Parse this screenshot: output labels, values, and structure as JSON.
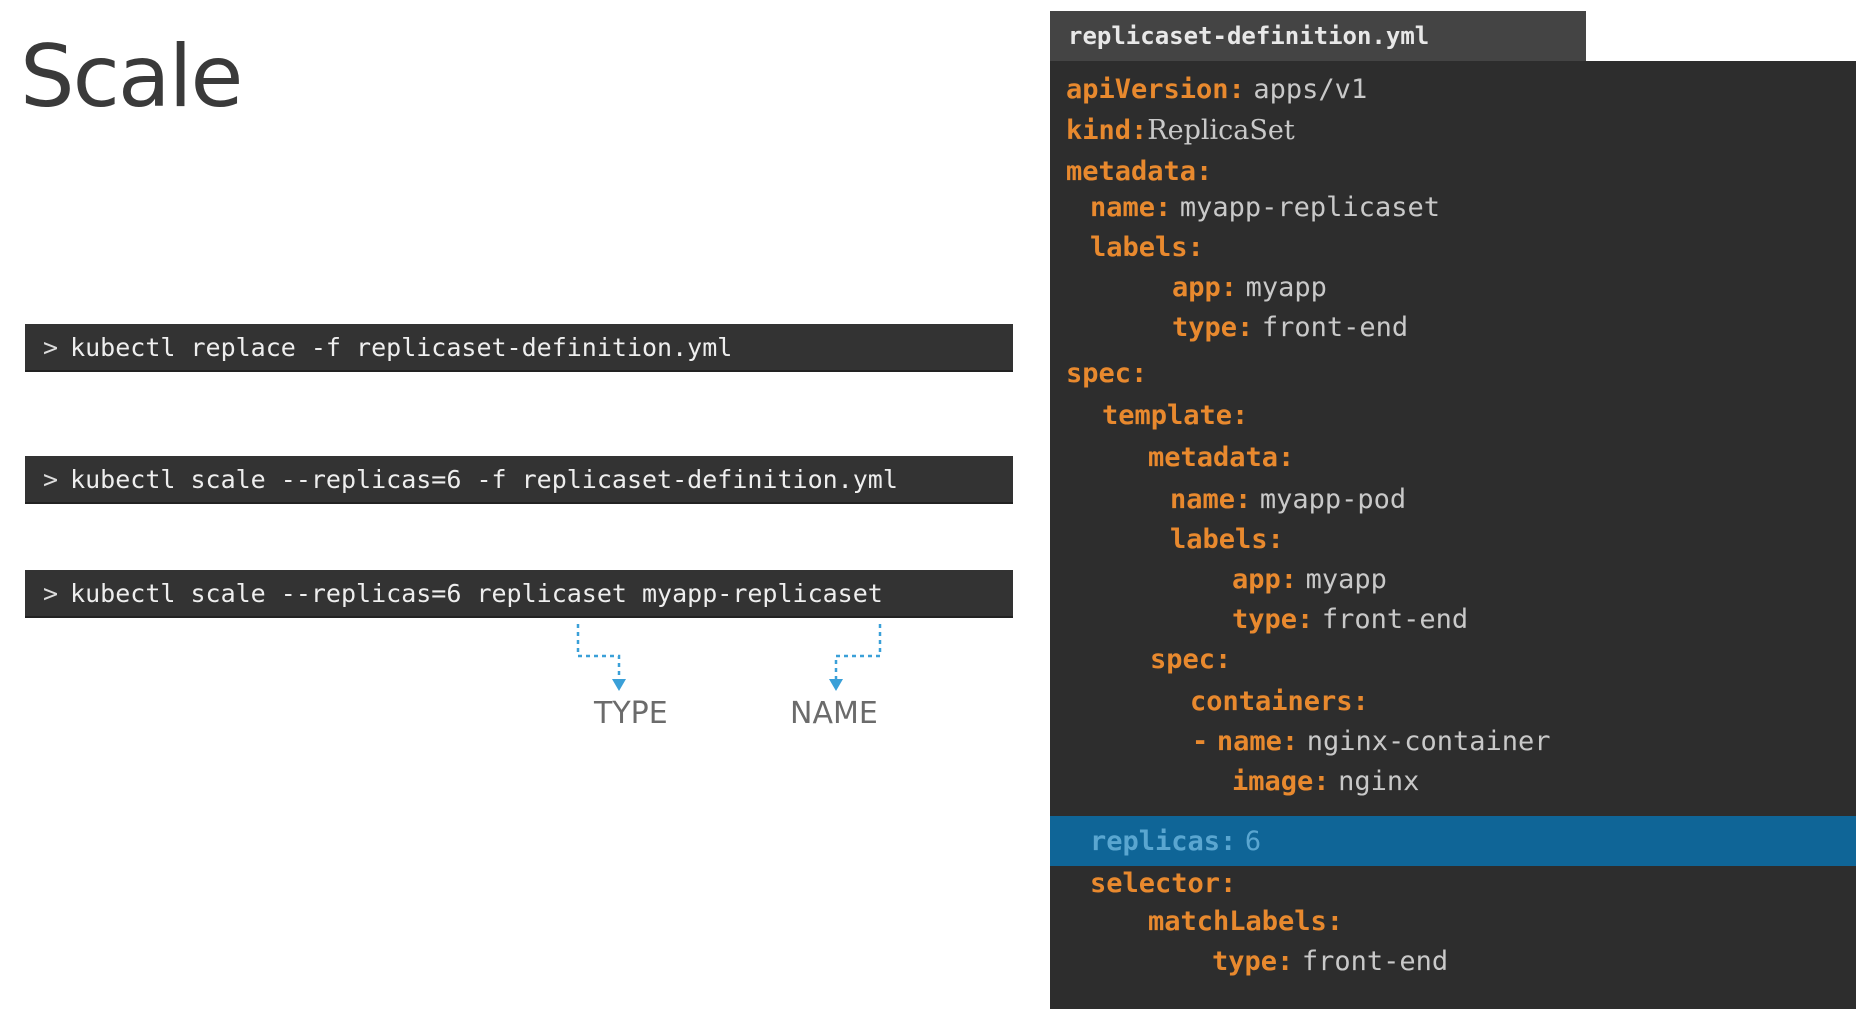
{
  "slide": {
    "title": "Scale"
  },
  "commands": {
    "prompt": ">",
    "replace": "kubectl replace -f replicaset-definition.yml",
    "scale_file": "kubectl scale --replicas=6 -f replicaset-definition.yml",
    "scale_name": "kubectl scale --replicas=6 replicaset myapp-replicaset"
  },
  "annotations": {
    "type_label": "TYPE",
    "name_label": "NAME",
    "arrow_color": "#3aa0d8"
  },
  "editor": {
    "filename": "replicaset-definition.yml",
    "key_color": "#e8892e",
    "value_color": "#c9c9c9",
    "highlight_color": "#0f6597",
    "lines": {
      "api_key": "apiVersion:",
      "api_val": "apps/v1",
      "kind_key": "kind:",
      "kind_val": "ReplicaSet",
      "metadata_key": "metadata:",
      "meta_name_key": "name:",
      "meta_name_val": "myapp-replicaset",
      "meta_labels_key": "labels:",
      "meta_app_key": "app:",
      "meta_app_val": "myapp",
      "meta_type_key": "type:",
      "meta_type_val": "front-end",
      "spec_key": "spec:",
      "template_key": "template:",
      "tmpl_metadata_key": "metadata:",
      "tmpl_name_key": "name:",
      "tmpl_name_val": "myapp-pod",
      "tmpl_labels_key": "labels:",
      "tmpl_app_key": "app:",
      "tmpl_app_val": "myapp",
      "tmpl_type_key": "type:",
      "tmpl_type_val": "front-end",
      "tmpl_spec_key": "spec:",
      "containers_key": "containers:",
      "dash": "-",
      "cont_name_key": "name:",
      "cont_name_val": "nginx-container",
      "image_key": "image:",
      "image_val": "nginx",
      "replicas_key": "replicas:",
      "replicas_val": "6",
      "selector_key": "selector:",
      "match_labels_key": "matchLabels:",
      "sel_type_key": "type:",
      "sel_type_val": "front-end"
    }
  }
}
